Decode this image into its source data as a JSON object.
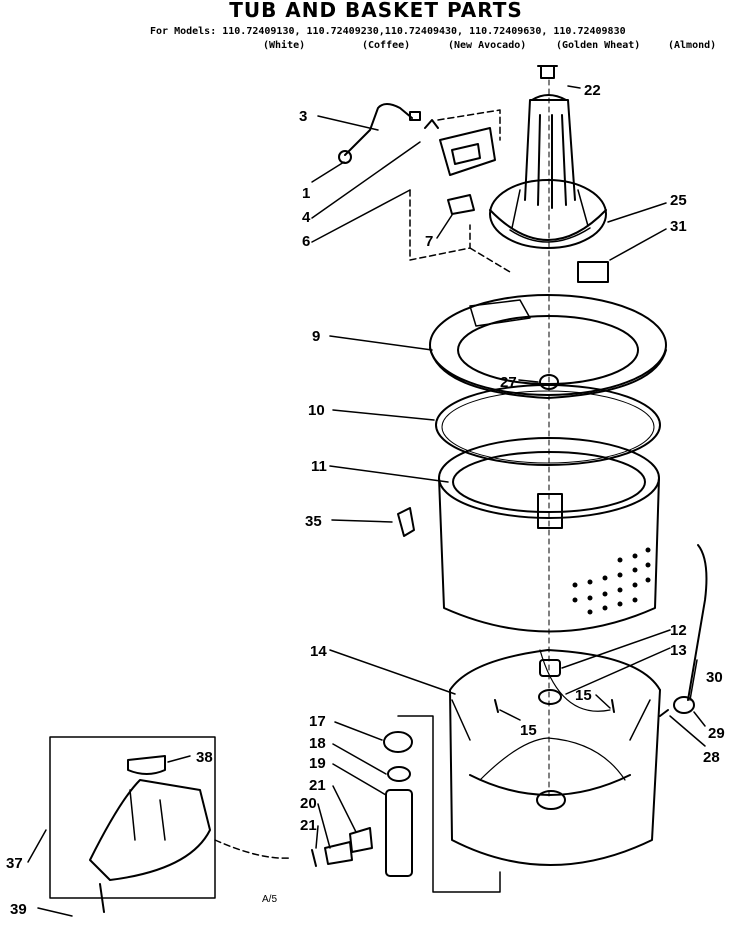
{
  "header": {
    "title": "TUB AND BASKET PARTS",
    "models_line": "For Models: 110.72409130, 110.72409230,110.72409430, 110.72409630, 110.72409830",
    "colors": [
      "(White)",
      "(Coffee)",
      "(New Avocado)",
      "(Golden Wheat)",
      "(Almond)"
    ]
  },
  "parts": {
    "p1": "1",
    "p3": "3",
    "p4": "4",
    "p6": "6",
    "p7": "7",
    "p9": "9",
    "p10": "10",
    "p11": "11",
    "p12": "12",
    "p13": "13",
    "p14": "14",
    "p15a": "15",
    "p15b": "15",
    "p17": "17",
    "p18": "18",
    "p19": "19",
    "p20": "20",
    "p21a": "21",
    "p21b": "21",
    "p22": "22",
    "p25": "25",
    "p27": "27",
    "p28": "28",
    "p29": "29",
    "p30": "30",
    "p31": "31",
    "p35": "35",
    "p37": "37",
    "p38": "38",
    "p39": "39"
  },
  "footer_mark": "A/5"
}
